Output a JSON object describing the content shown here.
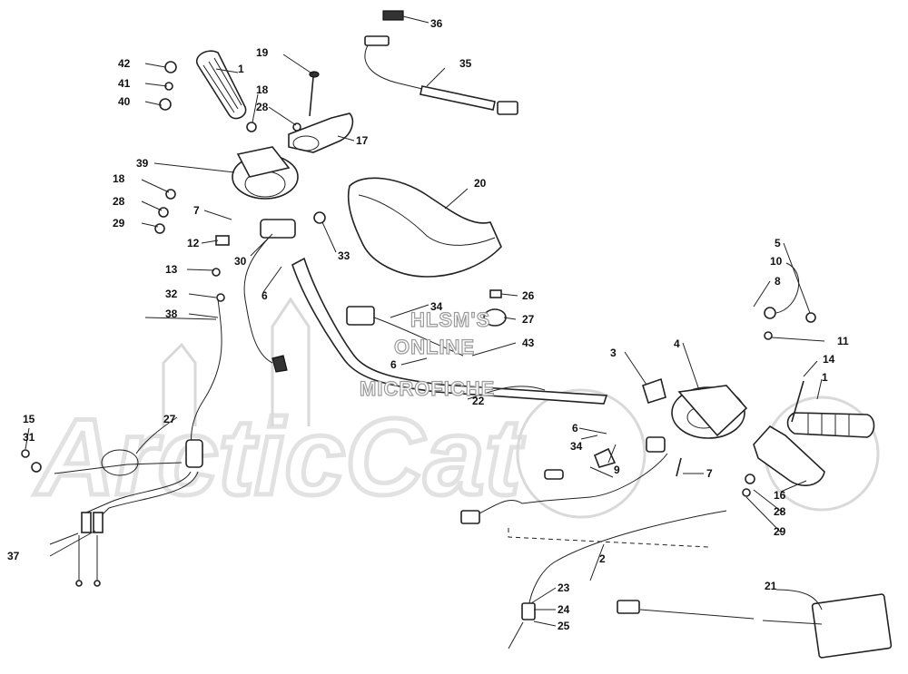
{
  "watermark": {
    "line1": "HLSM'S",
    "line2": "ONLINE",
    "line3": "MICROFICHE",
    "logo": "ArcticCat"
  },
  "callouts": [
    "1",
    "1",
    "2",
    "3",
    "4",
    "5",
    "6",
    "6",
    "6",
    "6",
    "7",
    "7",
    "8",
    "9",
    "10",
    "11",
    "12",
    "13",
    "14",
    "15",
    "16",
    "17",
    "18",
    "18",
    "19",
    "20",
    "21",
    "22",
    "23",
    "24",
    "25",
    "26",
    "27",
    "27",
    "28",
    "28",
    "28",
    "29",
    "29",
    "30",
    "31",
    "32",
    "33",
    "34",
    "34",
    "35",
    "36",
    "37",
    "38",
    "39",
    "40",
    "41",
    "42",
    "43"
  ],
  "colors": {
    "ink": "#111111",
    "watermark": "#d9d9d9"
  }
}
